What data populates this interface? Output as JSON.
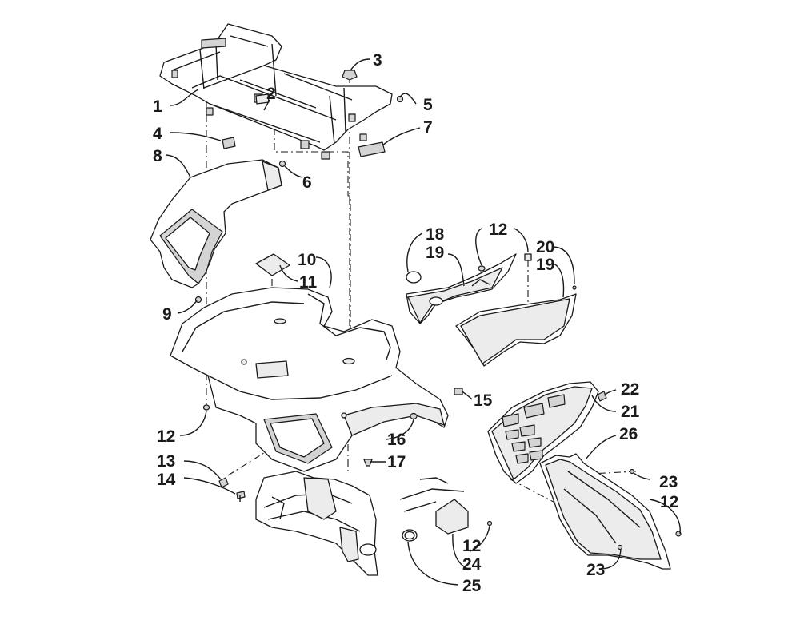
{
  "callouts": [
    {
      "id": "c1",
      "label": "1"
    },
    {
      "id": "c2",
      "label": "2"
    },
    {
      "id": "c3",
      "label": "3"
    },
    {
      "id": "c4",
      "label": "4"
    },
    {
      "id": "c5",
      "label": "5"
    },
    {
      "id": "c6",
      "label": "6"
    },
    {
      "id": "c7",
      "label": "7"
    },
    {
      "id": "c8",
      "label": "8"
    },
    {
      "id": "c9",
      "label": "9"
    },
    {
      "id": "c10",
      "label": "10"
    },
    {
      "id": "c11",
      "label": "11"
    },
    {
      "id": "c12a",
      "label": "12"
    },
    {
      "id": "c12b",
      "label": "12"
    },
    {
      "id": "c12c",
      "label": "12"
    },
    {
      "id": "c12d",
      "label": "12"
    },
    {
      "id": "c13",
      "label": "13"
    },
    {
      "id": "c14",
      "label": "14"
    },
    {
      "id": "c15",
      "label": "15"
    },
    {
      "id": "c16",
      "label": "16"
    },
    {
      "id": "c17",
      "label": "17"
    },
    {
      "id": "c18",
      "label": "18"
    },
    {
      "id": "c19a",
      "label": "19"
    },
    {
      "id": "c19b",
      "label": "19"
    },
    {
      "id": "c20",
      "label": "20"
    },
    {
      "id": "c21",
      "label": "21"
    },
    {
      "id": "c22",
      "label": "22"
    },
    {
      "id": "c23a",
      "label": "23"
    },
    {
      "id": "c23b",
      "label": "23"
    },
    {
      "id": "c24",
      "label": "24"
    },
    {
      "id": "c25",
      "label": "25"
    },
    {
      "id": "c26",
      "label": "26"
    }
  ]
}
